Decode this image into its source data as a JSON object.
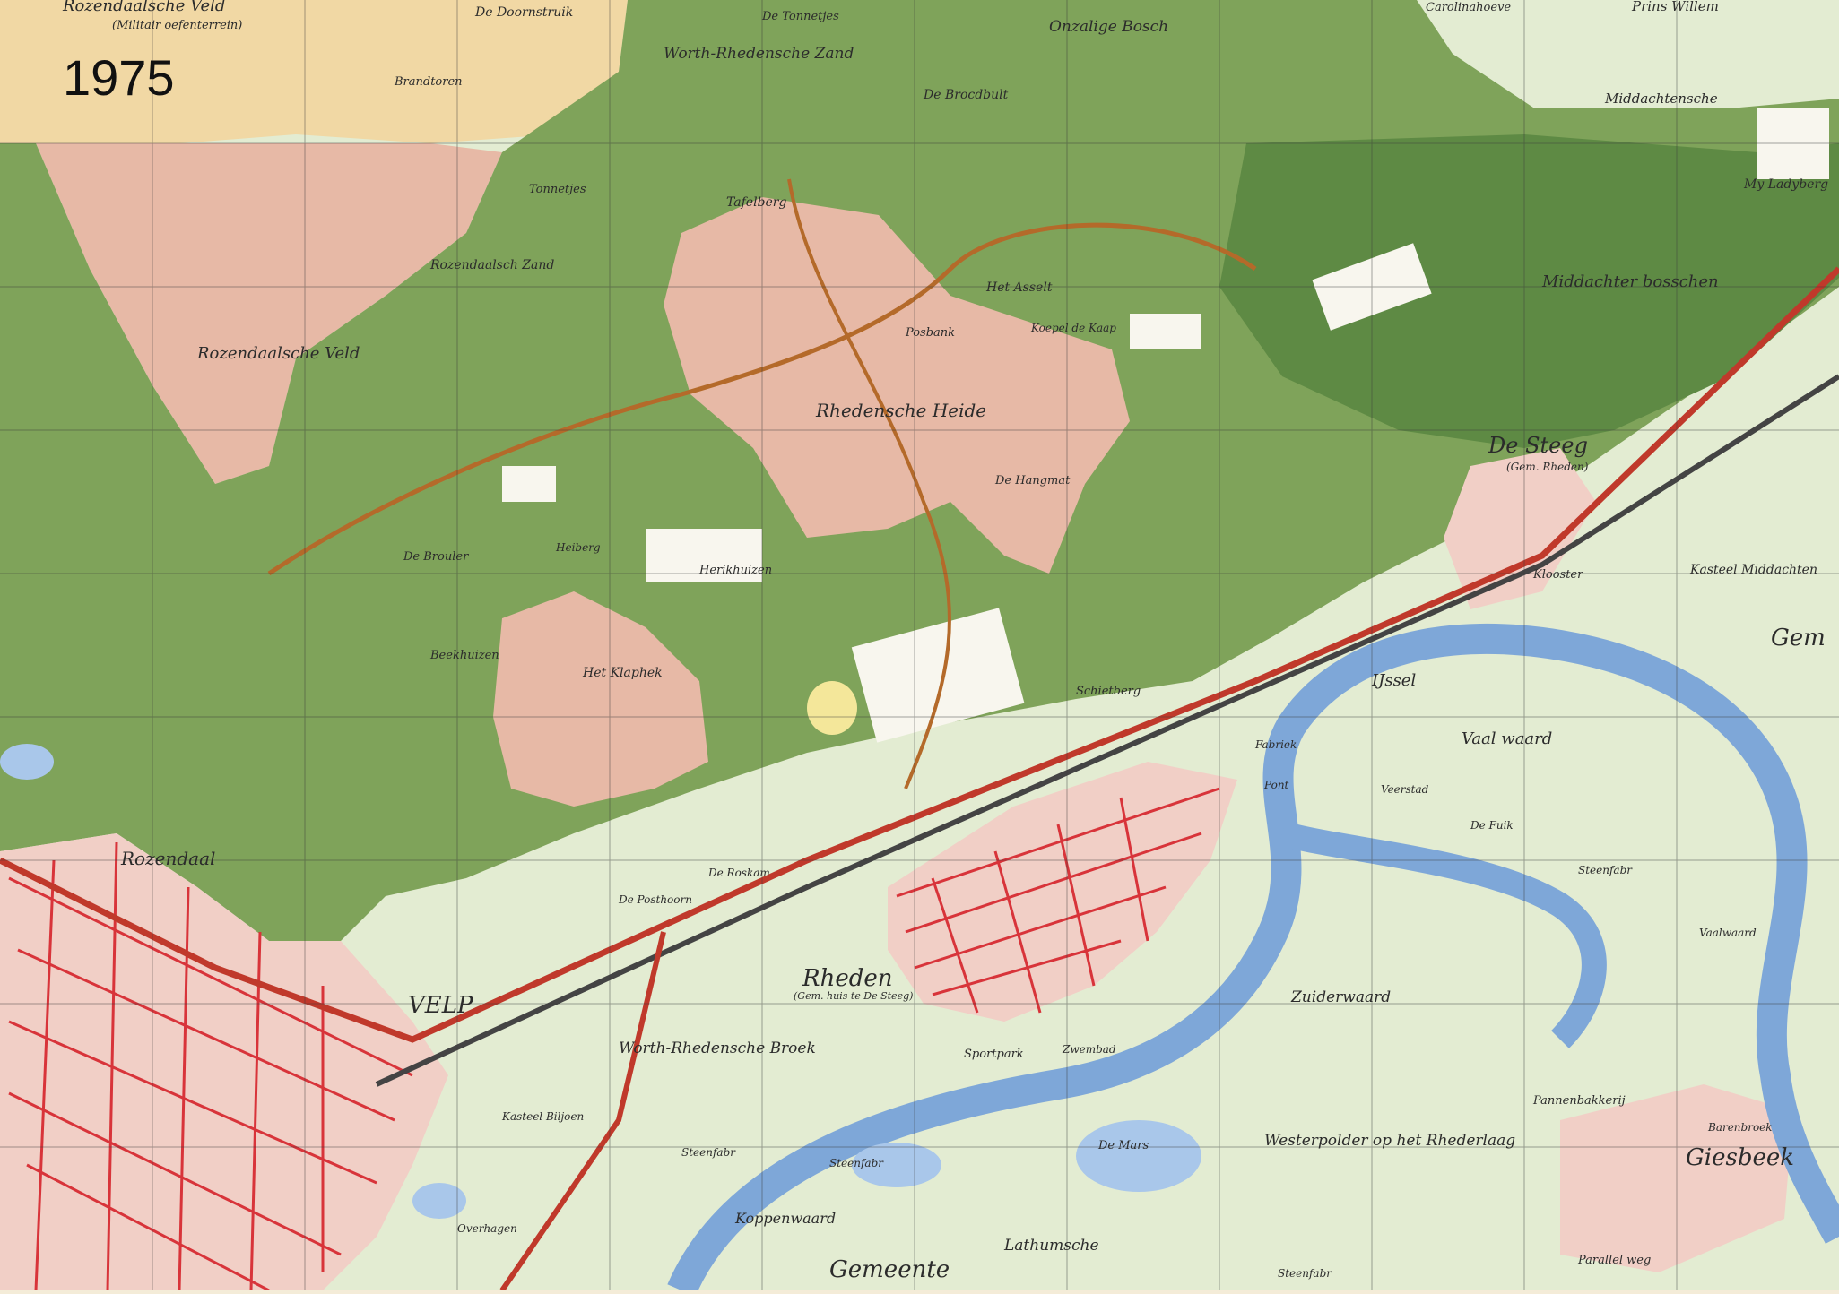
{
  "map": {
    "year_label": "1975",
    "colors": {
      "forest": "#7fa35a",
      "forest_dark": "#5e8a44",
      "heath": "#e7b9a6",
      "sand": "#f1d8a4",
      "meadow": "#e3ecd2",
      "water": "#7ea7d8",
      "urban": "#d8343a",
      "road": "#b46a2a",
      "rail": "#444444"
    },
    "places": [
      {
        "id": "rozendaalsche-veld-top",
        "text": "Rozendaalsche Veld"
      },
      {
        "id": "militair-oefenterrein",
        "text": "(Militair oefenterrein)"
      },
      {
        "id": "de-doornstruik",
        "text": "De Doornstruik"
      },
      {
        "id": "de-tonnetjes",
        "text": "De Tonnetjes"
      },
      {
        "id": "worth-rhedensche-zand",
        "text": "Worth-Rhedensche Zand"
      },
      {
        "id": "onzalige-bosch",
        "text": "Onzalige Bosch"
      },
      {
        "id": "carolinahoeve",
        "text": "Carolinahoeve"
      },
      {
        "id": "prins-willem",
        "text": "Prins Willem"
      },
      {
        "id": "brandtoren",
        "text": "Brandtoren"
      },
      {
        "id": "de-brocdbult",
        "text": "De Brocdbult"
      },
      {
        "id": "middachtensche",
        "text": "Middachtensche"
      },
      {
        "id": "tafelberg",
        "text": "Tafelberg"
      },
      {
        "id": "tonnetjes",
        "text": "Tonnetjes"
      },
      {
        "id": "rozendaalsch-zand",
        "text": "Rozendaalsch Zand"
      },
      {
        "id": "rozendaalsche-veld",
        "text": "Rozendaalsche Veld"
      },
      {
        "id": "het-asselt",
        "text": "Het Asselt"
      },
      {
        "id": "koepel-de-kaap",
        "text": "Koepel de Kaap"
      },
      {
        "id": "posbank",
        "text": "Posbank"
      },
      {
        "id": "rhedensche-heide",
        "text": "Rhedensche Heide"
      },
      {
        "id": "middachter-bosschen",
        "text": "Middachter bosschen"
      },
      {
        "id": "lady-berg",
        "text": "My Ladyberg"
      },
      {
        "id": "de-steeg",
        "text": "De Steeg"
      },
      {
        "id": "gem-rheden-steeg",
        "text": "(Gem. Rheden)"
      },
      {
        "id": "kasteel-middachten",
        "text": "Kasteel Middachten"
      },
      {
        "id": "klooster",
        "text": "Klooster"
      },
      {
        "id": "de-hangmat",
        "text": "De Hangmat"
      },
      {
        "id": "herikhuizen",
        "text": "Herikhuizen"
      },
      {
        "id": "heiberg",
        "text": "Heiberg"
      },
      {
        "id": "de-brouler",
        "text": "De Brouler"
      },
      {
        "id": "het-klaphek",
        "text": "Het Klaphek"
      },
      {
        "id": "beekhuizen",
        "text": "Beekhuizen"
      },
      {
        "id": "schietberg",
        "text": "Schietberg"
      },
      {
        "id": "ijssel",
        "text": "IJssel"
      },
      {
        "id": "vaal-waard",
        "text": "Vaal waard"
      },
      {
        "id": "fabriek",
        "text": "Fabriek"
      },
      {
        "id": "pont",
        "text": "Pont"
      },
      {
        "id": "veerstad",
        "text": "Veerstad"
      },
      {
        "id": "de-fuik",
        "text": "De Fuik"
      },
      {
        "id": "steenfabr-1",
        "text": "Steenfabr"
      },
      {
        "id": "vaalwaard",
        "text": "Vaalwaard"
      },
      {
        "id": "rozendaal",
        "text": "Rozendaal"
      },
      {
        "id": "velp",
        "text": "VELP"
      },
      {
        "id": "rheden",
        "text": "Rheden"
      },
      {
        "id": "rheden-sub",
        "text": "(Gem. huis te De Steeg)"
      },
      {
        "id": "de-roskam",
        "text": "De Roskam"
      },
      {
        "id": "de-posthoorn",
        "text": "De Posthoorn"
      },
      {
        "id": "worth-rhedensche-broek",
        "text": "Worth-Rhedensche Broek"
      },
      {
        "id": "sportpark",
        "text": "Sportpark"
      },
      {
        "id": "zwembad",
        "text": "Zwembad"
      },
      {
        "id": "zuiderwaard",
        "text": "Zuiderwaard"
      },
      {
        "id": "pannenbakkerij",
        "text": "Pannenbakkerij"
      },
      {
        "id": "westerpolder",
        "text": "Westerpolder op het Rhederlaag"
      },
      {
        "id": "de-mars",
        "text": "De Mars"
      },
      {
        "id": "giesbeek",
        "text": "Giesbeek"
      },
      {
        "id": "barenbroek",
        "text": "Barenbroek"
      },
      {
        "id": "kasteel-biljoen",
        "text": "Kasteel Biljoen"
      },
      {
        "id": "overhagen",
        "text": "Overhagen"
      },
      {
        "id": "steenfabr-2",
        "text": "Steenfabr"
      },
      {
        "id": "steenfabr-3",
        "text": "Steenfabr"
      },
      {
        "id": "koppenwaard",
        "text": "Koppenwaard"
      },
      {
        "id": "lathumsche",
        "text": "Lathumsche"
      },
      {
        "id": "gemeente",
        "text": "Gemeente"
      },
      {
        "id": "steenfabr-4",
        "text": "Steenfabr"
      },
      {
        "id": "gem-right",
        "text": "Gem"
      },
      {
        "id": "parallel-weg",
        "text": "Parallel weg"
      }
    ]
  }
}
